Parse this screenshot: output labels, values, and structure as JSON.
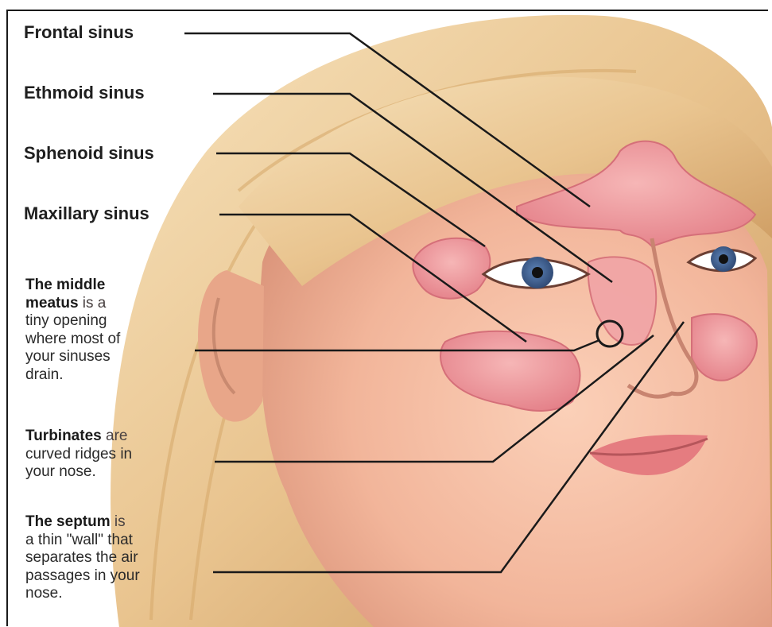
{
  "labels": {
    "frontal": "Frontal sinus",
    "ethmoid": "Ethmoid sinus",
    "sphenoid": "Sphenoid sinus",
    "maxillary": "Maxillary sinus"
  },
  "notes": {
    "middle_meatus": {
      "term_line1": "The middle",
      "term_line2": "meatus",
      "rest_line2": " is a",
      "line3": "tiny opening",
      "line4": "where most of",
      "line5": "your sinuses",
      "line6": "drain."
    },
    "turbinates": {
      "term": "Turbinates",
      "rest_line1": " are",
      "line2": "curved ridges in",
      "line3": "your nose."
    },
    "septum": {
      "term": "The septum",
      "rest_line1": " is",
      "line2": "a thin \"wall\" that",
      "line3": "separates the air",
      "line4": "passages in your",
      "line5": "nose."
    }
  },
  "colors": {
    "hair": "#e9c48f",
    "skin": "#f2b59a",
    "sinus": "#ec8f95",
    "leader_line": "#1a1a1a",
    "iris": "#3c5f93"
  }
}
